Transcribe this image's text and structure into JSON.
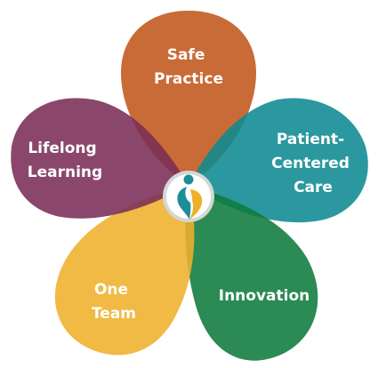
{
  "petals": [
    {
      "id": "safe-practice",
      "lines": [
        "Safe",
        "Practice"
      ],
      "color": "#C1561A"
    },
    {
      "id": "patient-centered-care",
      "lines": [
        "Patient-",
        "Centered",
        "Care"
      ],
      "color": "#0E8A92"
    },
    {
      "id": "innovation",
      "lines": [
        "Innovation"
      ],
      "color": "#0F7A3C"
    },
    {
      "id": "one-team",
      "lines": [
        "One",
        "Team"
      ],
      "color": "#EEB02B"
    },
    {
      "id": "lifelong-learning",
      "lines": [
        "Lifelong",
        "Learning"
      ],
      "color": "#7A2D57"
    }
  ],
  "center_logo": {
    "icon": "heart-person-logo-icon",
    "colors": {
      "teal": "#1B8E97",
      "gold": "#EEB02B",
      "ring": "#D6D6D6",
      "fill": "#FFFFFF"
    }
  }
}
